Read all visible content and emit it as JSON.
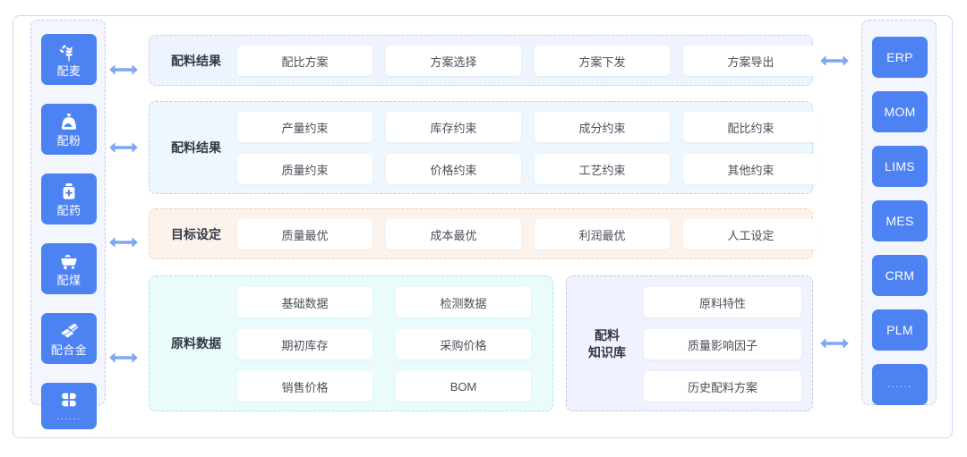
{
  "left_rail": {
    "items": [
      {
        "label": "配麦",
        "icon": "wheat-icon"
      },
      {
        "label": "配粉",
        "icon": "flour-sack-icon"
      },
      {
        "label": "配药",
        "icon": "medicine-bottle-icon"
      },
      {
        "label": "配煤",
        "icon": "coal-cart-icon"
      },
      {
        "label": "配合金",
        "icon": "alloy-ingots-icon"
      },
      {
        "label": "......",
        "icon": "grid-squares-icon"
      }
    ]
  },
  "right_rail": {
    "items": [
      {
        "label": "ERP"
      },
      {
        "label": "MOM"
      },
      {
        "label": "LIMS"
      },
      {
        "label": "MES"
      },
      {
        "label": "CRM"
      },
      {
        "label": "PLM"
      },
      {
        "label": "......"
      }
    ]
  },
  "sections": {
    "result": {
      "title": "配料结果",
      "chips": [
        "配比方案",
        "方案选择",
        "方案下发",
        "方案导出"
      ]
    },
    "constraint": {
      "title": "配料结果",
      "chips_row1": [
        "产量约束",
        "库存约束",
        "成分约束",
        "配比约束"
      ],
      "chips_row2": [
        "质量约束",
        "价格约束",
        "工艺约束",
        "其他约束"
      ]
    },
    "target": {
      "title": "目标设定",
      "chips": [
        "质量最优",
        "成本最优",
        "利润最优",
        "人工设定"
      ]
    },
    "material": {
      "title": "原料数据",
      "chips_col1": [
        "基础数据",
        "期初库存",
        "销售价格"
      ],
      "chips_col2": [
        "检测数据",
        "采购价格",
        "BOM"
      ]
    },
    "knowledge": {
      "title": "配料\n知识库",
      "chips": [
        "原料特性",
        "质量影响因子",
        "历史配料方案"
      ]
    }
  },
  "colors": {
    "accent_blue": "#4d82f3",
    "arrow": "#7ea6f2",
    "panel_blue": "#edf4fd",
    "panel_cyan": "#edf7fd",
    "panel_orange": "#fdf3ed",
    "panel_green": "#e9fbfb",
    "panel_purple": "#f0f2fd"
  }
}
